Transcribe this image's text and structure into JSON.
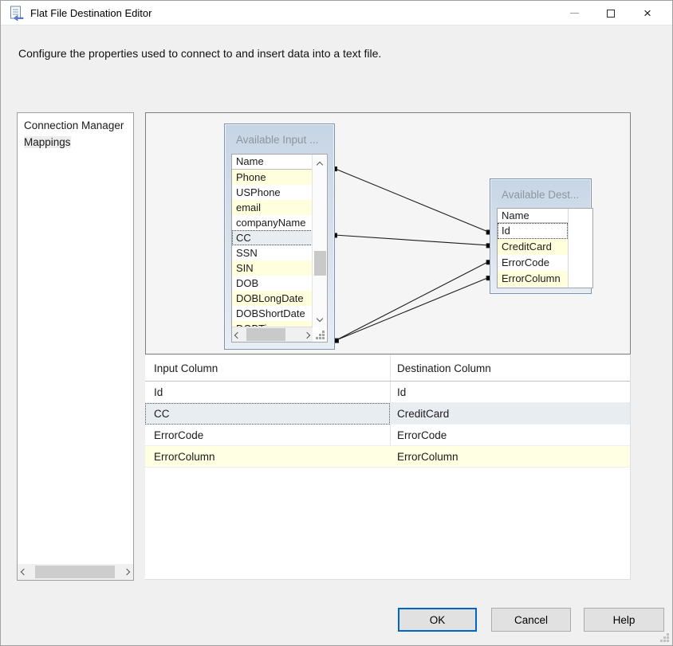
{
  "window": {
    "title": "Flat File Destination Editor",
    "controls": {
      "minimize": "minimize",
      "maximize": "maximize",
      "close_glyph": "×"
    }
  },
  "description": "Configure the properties used to connect to and insert data into a text file.",
  "sidebar": {
    "items": [
      {
        "label": "Connection Manager",
        "selected": false
      },
      {
        "label": "Mappings",
        "selected": true
      }
    ]
  },
  "diagram": {
    "input_table": {
      "title": "Available Input ...",
      "header": "Name",
      "rows": [
        {
          "label": "Phone"
        },
        {
          "label": "USPhone"
        },
        {
          "label": "email"
        },
        {
          "label": "companyName"
        },
        {
          "label": "CC"
        },
        {
          "label": "SSN"
        },
        {
          "label": "SIN"
        },
        {
          "label": "DOB"
        },
        {
          "label": "DOBLongDate"
        },
        {
          "label": "DOBShortDate"
        }
      ],
      "partial_row": "DOBTime"
    },
    "dest_table": {
      "title": "Available Dest...",
      "header": "Name",
      "rows": [
        {
          "label": "Id"
        },
        {
          "label": "CreditCard"
        },
        {
          "label": "ErrorCode"
        },
        {
          "label": "ErrorColumn"
        }
      ]
    },
    "links": [
      {
        "input": "Id",
        "destination": "Id"
      },
      {
        "input": "CC",
        "destination": "CreditCard"
      },
      {
        "input": "ErrorCode",
        "destination": "ErrorCode"
      },
      {
        "input": "ErrorColumn",
        "destination": "ErrorColumn"
      }
    ]
  },
  "mapping_grid": {
    "headers": {
      "input": "Input Column",
      "destination": "Destination Column"
    },
    "rows": [
      {
        "input": "Id",
        "destination": "Id"
      },
      {
        "input": "CC",
        "destination": "CreditCard"
      },
      {
        "input": "ErrorCode",
        "destination": "ErrorCode"
      },
      {
        "input": "ErrorColumn",
        "destination": "ErrorColumn"
      }
    ]
  },
  "buttons": {
    "ok": "OK",
    "cancel": "Cancel",
    "help": "Help"
  },
  "colors": {
    "accent_blue": "#0067c0",
    "row_yellow": "#ffffde",
    "row_selected": "#e8edf2",
    "box_border": "#7e93ac",
    "box_title_gray": "#8e959e"
  }
}
